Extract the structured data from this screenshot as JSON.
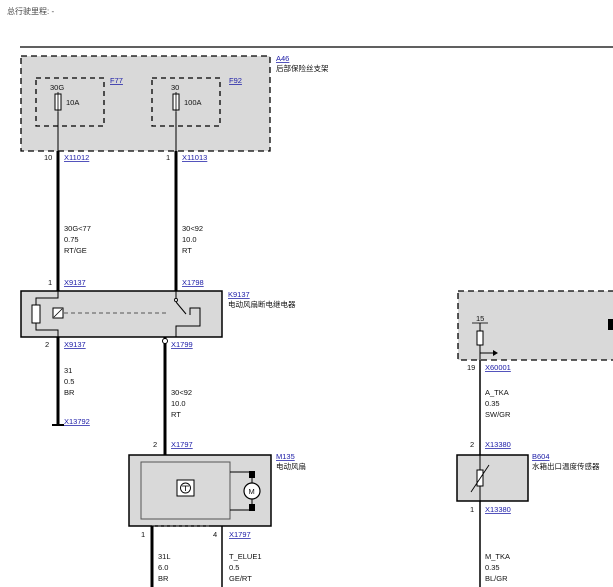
{
  "header": {
    "mileage": "总行驶里程: -"
  },
  "components": {
    "a46": {
      "id": "A46",
      "name": "后部保险丝支架"
    },
    "f77": {
      "id": "F77",
      "terminal": "30G",
      "rating": "10A"
    },
    "f92": {
      "id": "F92",
      "terminal": "30",
      "rating": "100A"
    },
    "k9137": {
      "id": "K9137",
      "name": "电动风扇断电继电器"
    },
    "m135": {
      "id": "M135",
      "name": "电动风扇"
    },
    "b604": {
      "id": "B604",
      "name": "水箱出口温度传感器"
    },
    "right_box": {
      "pin_label": "15"
    }
  },
  "connectors": {
    "x11012": {
      "pin": "10",
      "id": "X11012"
    },
    "x11013": {
      "pin": "1",
      "id": "X11013"
    },
    "x9137_top": {
      "pin": "1",
      "id": "X9137"
    },
    "x1798": {
      "id": "X1798"
    },
    "x9137_bot": {
      "pin": "2",
      "id": "X9137"
    },
    "x1799": {
      "id": "X1799"
    },
    "x13792": {
      "id": "X13792"
    },
    "x1797_top": {
      "pin": "2",
      "id": "X1797"
    },
    "x1797_bot": {
      "pin": "4",
      "id": "X1797"
    },
    "m135_pin1": {
      "pin": "1"
    },
    "x60001": {
      "pin": "19",
      "id": "X60001"
    },
    "x13380_top": {
      "pin": "2",
      "id": "X13380"
    },
    "x13380_bot": {
      "pin": "1",
      "id": "X13380"
    }
  },
  "wires": {
    "w1": {
      "signal": "30G<77",
      "size": "0.75",
      "color": "RT/GE"
    },
    "w2": {
      "signal": "30<92",
      "size": "10.0",
      "color": "RT"
    },
    "w3": {
      "signal": "31",
      "size": "0.5",
      "color": "BR"
    },
    "w4": {
      "signal": "30<92",
      "size": "10.0",
      "color": "RT"
    },
    "w5": {
      "signal": "31L",
      "size": "6.0",
      "color": "BR"
    },
    "w6": {
      "signal": "T_ELUE1",
      "size": "0.5",
      "color": "GE/RT"
    },
    "w7": {
      "signal": "A_TKA",
      "size": "0.35",
      "color": "SW/GR"
    },
    "w8": {
      "signal": "M_TKA",
      "size": "0.35",
      "color": "BL/GR"
    }
  }
}
